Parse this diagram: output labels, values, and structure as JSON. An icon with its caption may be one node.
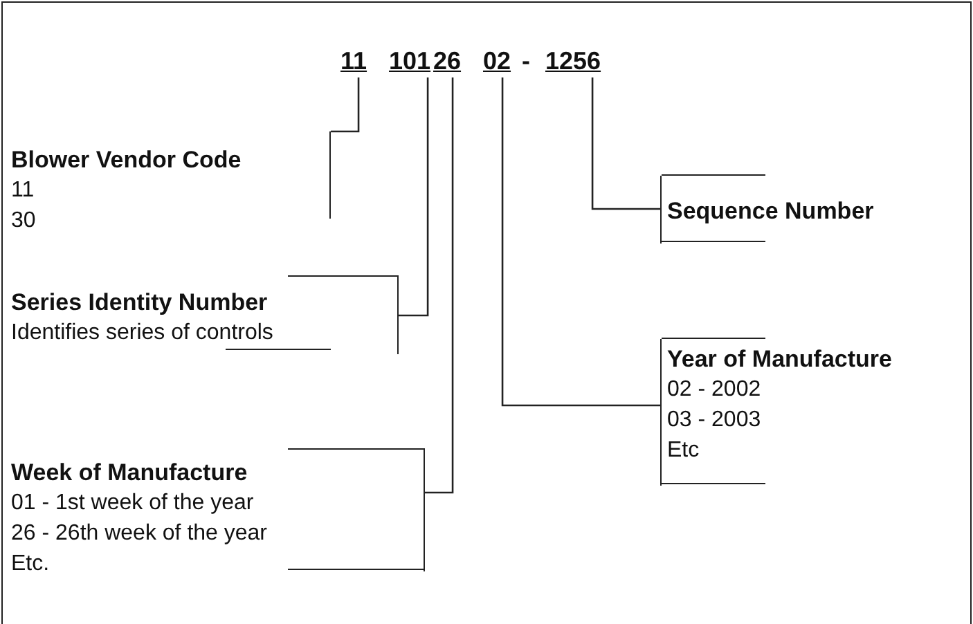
{
  "diagram": {
    "nodes": [
      {
        "text": [
          "11"
        ]
      },
      {
        "text": [
          "101"
        ]
      },
      {
        "text": [
          "26"
        ]
      },
      {
        "text": [
          "02"
        ]
      },
      {
        "text": [
          "1256"
        ]
      },
      {
        "text": [
          "Blower Vendor Code",
          "11",
          "30"
        ]
      },
      {
        "text": [
          "Sequence Number"
        ]
      },
      {
        "text": [
          "Series Identity Number",
          "Identifies series of controls"
        ]
      },
      {
        "text": [
          "Year of Manufacture",
          "02 - 2002",
          "03 - 2003",
          "Etc"
        ]
      },
      {
        "text": [
          "Week of Manufacture",
          "01 - 1st week of the year",
          "26 - 26th week of the year",
          "Etc."
        ]
      }
    ],
    "edges": [
      {
        "from": 0,
        "to": 5,
        "arrow": "none"
      },
      {
        "from": 1,
        "to": 7,
        "arrow": "none"
      },
      {
        "from": 2,
        "to": 9,
        "arrow": "none"
      },
      {
        "from": 3,
        "to": 8,
        "arrow": "none"
      },
      {
        "from": 4,
        "to": 6,
        "arrow": "none"
      }
    ],
    "labels": [
      "-"
    ]
  }
}
